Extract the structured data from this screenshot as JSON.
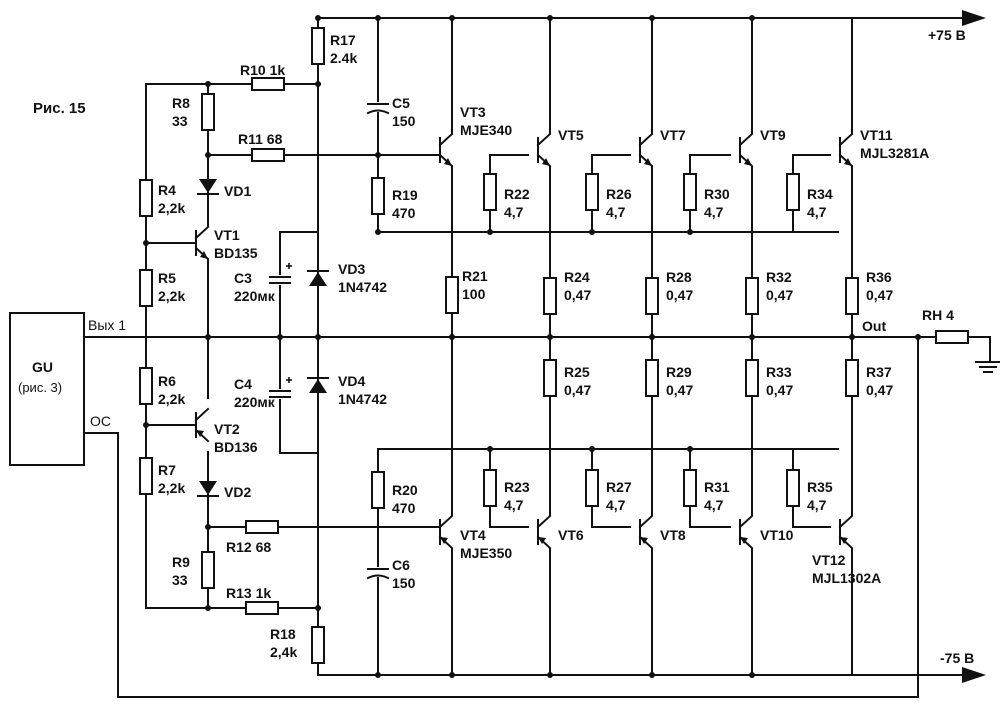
{
  "figure_label": "Рис. 15",
  "rails": {
    "positive": "+75 В",
    "negative": "-75 В"
  },
  "output_label": "Out",
  "load": {
    "label": "RH 4"
  },
  "gu": {
    "title": "GU",
    "subtitle": "(рис. 3)",
    "out_label": "Вых 1",
    "fb_label": "ОС"
  },
  "components": [
    {
      "id": "R17",
      "value": "2.4k"
    },
    {
      "id": "R10 1k",
      "value": ""
    },
    {
      "id": "R8",
      "value": "33"
    },
    {
      "id": "R11 68",
      "value": ""
    },
    {
      "id": "VD1",
      "value": ""
    },
    {
      "id": "R4",
      "value": "2,2k"
    },
    {
      "id": "VT1",
      "value": "BD135"
    },
    {
      "id": "R5",
      "value": "2,2k"
    },
    {
      "id": "C3",
      "value": "220мк"
    },
    {
      "id": "VD3",
      "value": "1N4742"
    },
    {
      "id": "C4",
      "value": "220мк"
    },
    {
      "id": "VD4",
      "value": "1N4742"
    },
    {
      "id": "R6",
      "value": "2,2k"
    },
    {
      "id": "VT2",
      "value": "BD136"
    },
    {
      "id": "R7",
      "value": "2,2k"
    },
    {
      "id": "VD2",
      "value": ""
    },
    {
      "id": "R12 68",
      "value": ""
    },
    {
      "id": "R9",
      "value": "33"
    },
    {
      "id": "R13 1k",
      "value": ""
    },
    {
      "id": "R18",
      "value": "2,4k"
    },
    {
      "id": "C5",
      "value": "150"
    },
    {
      "id": "R19",
      "value": "470"
    },
    {
      "id": "VT3",
      "value": "MJE340"
    },
    {
      "id": "R21",
      "value": "100"
    },
    {
      "id": "R20",
      "value": "470"
    },
    {
      "id": "C6",
      "value": "150"
    },
    {
      "id": "VT4",
      "value": "MJE350"
    },
    {
      "id": "VT5",
      "value": ""
    },
    {
      "id": "R22",
      "value": "4,7"
    },
    {
      "id": "R24",
      "value": "0,47"
    },
    {
      "id": "R25",
      "value": "0,47"
    },
    {
      "id": "R23",
      "value": "4,7"
    },
    {
      "id": "VT6",
      "value": ""
    },
    {
      "id": "VT7",
      "value": ""
    },
    {
      "id": "R26",
      "value": "4,7"
    },
    {
      "id": "R28",
      "value": "0,47"
    },
    {
      "id": "R29",
      "value": "0,47"
    },
    {
      "id": "R27",
      "value": "4,7"
    },
    {
      "id": "VT8",
      "value": ""
    },
    {
      "id": "VT9",
      "value": ""
    },
    {
      "id": "R30",
      "value": "4,7"
    },
    {
      "id": "R32",
      "value": "0,47"
    },
    {
      "id": "R33",
      "value": "0,47"
    },
    {
      "id": "R31",
      "value": "4,7"
    },
    {
      "id": "VT10",
      "value": ""
    },
    {
      "id": "VT11",
      "value": "MJL3281A"
    },
    {
      "id": "R34",
      "value": "4,7"
    },
    {
      "id": "R36",
      "value": "0,47"
    },
    {
      "id": "R37",
      "value": "0,47"
    },
    {
      "id": "R35",
      "value": "4,7"
    },
    {
      "id": "VT12",
      "value": "MJL1302A"
    }
  ]
}
